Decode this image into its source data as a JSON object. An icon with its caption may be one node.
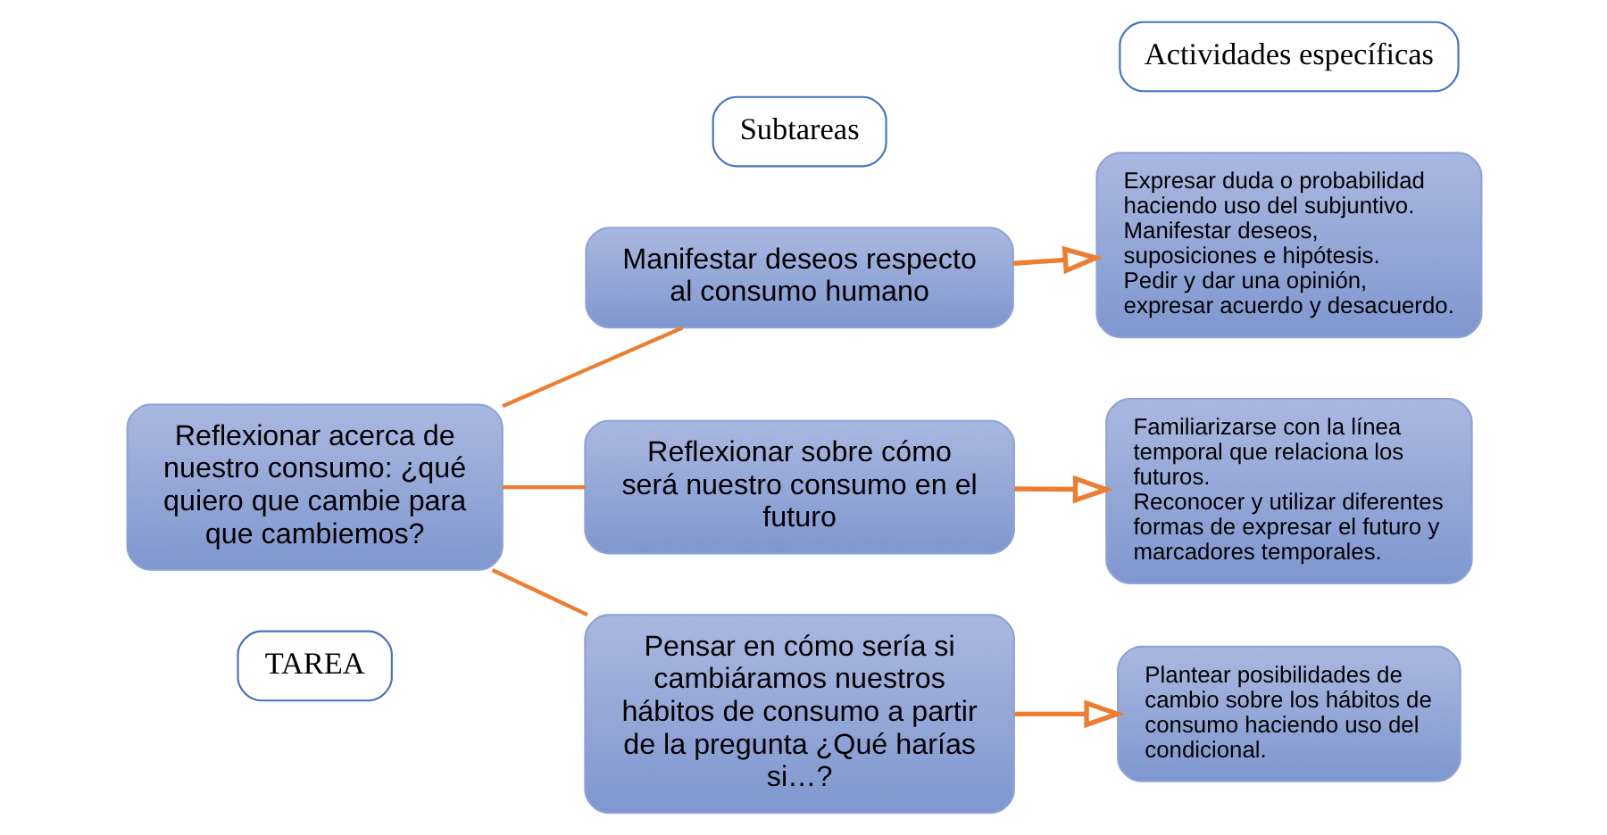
{
  "diagram": {
    "nodes": [
      {
        "text": [
          "Actividades específicas"
        ]
      },
      {
        "text": [
          "Subtareas"
        ]
      },
      {
        "text": [
          "TAREA"
        ]
      },
      {
        "text": [
          "Reflexionar acerca de nuestro consumo: ¿qué quiero que cambie para que cambiemos?"
        ]
      },
      {
        "text": [
          "Manifestar deseos respecto al consumo humano"
        ]
      },
      {
        "text": [
          "Reflexionar sobre cómo será nuestro consumo en el futuro"
        ]
      },
      {
        "text": [
          "Pensar en cómo sería si cambiáramos nuestros hábitos de consumo a partir de la pregunta ¿Qué harías si…?"
        ]
      },
      {
        "text": [
          "Expresar duda o probabilidad haciendo uso del subjuntivo.",
          "Manifestar deseos, suposiciones e hipótesis.",
          "Pedir y dar una opinión, expresar acuerdo y desacuerdo."
        ]
      },
      {
        "text": [
          "Familiarizarse con la línea temporal que relaciona los futuros.",
          "Reconocer y utilizar diferentes formas de expresar el futuro y marcadores temporales."
        ]
      },
      {
        "text": [
          "Plantear posibilidades de cambio sobre los hábitos de consumo haciendo uso del condicional."
        ]
      }
    ],
    "edges": [
      {
        "from": 3,
        "to": 4,
        "arrow": "none"
      },
      {
        "from": 3,
        "to": 5,
        "arrow": "none"
      },
      {
        "from": 3,
        "to": 6,
        "arrow": "none"
      },
      {
        "from": 4,
        "to": 7,
        "arrow": "to"
      },
      {
        "from": 5,
        "to": 8,
        "arrow": "to"
      },
      {
        "from": 6,
        "to": 9,
        "arrow": "to"
      }
    ]
  }
}
